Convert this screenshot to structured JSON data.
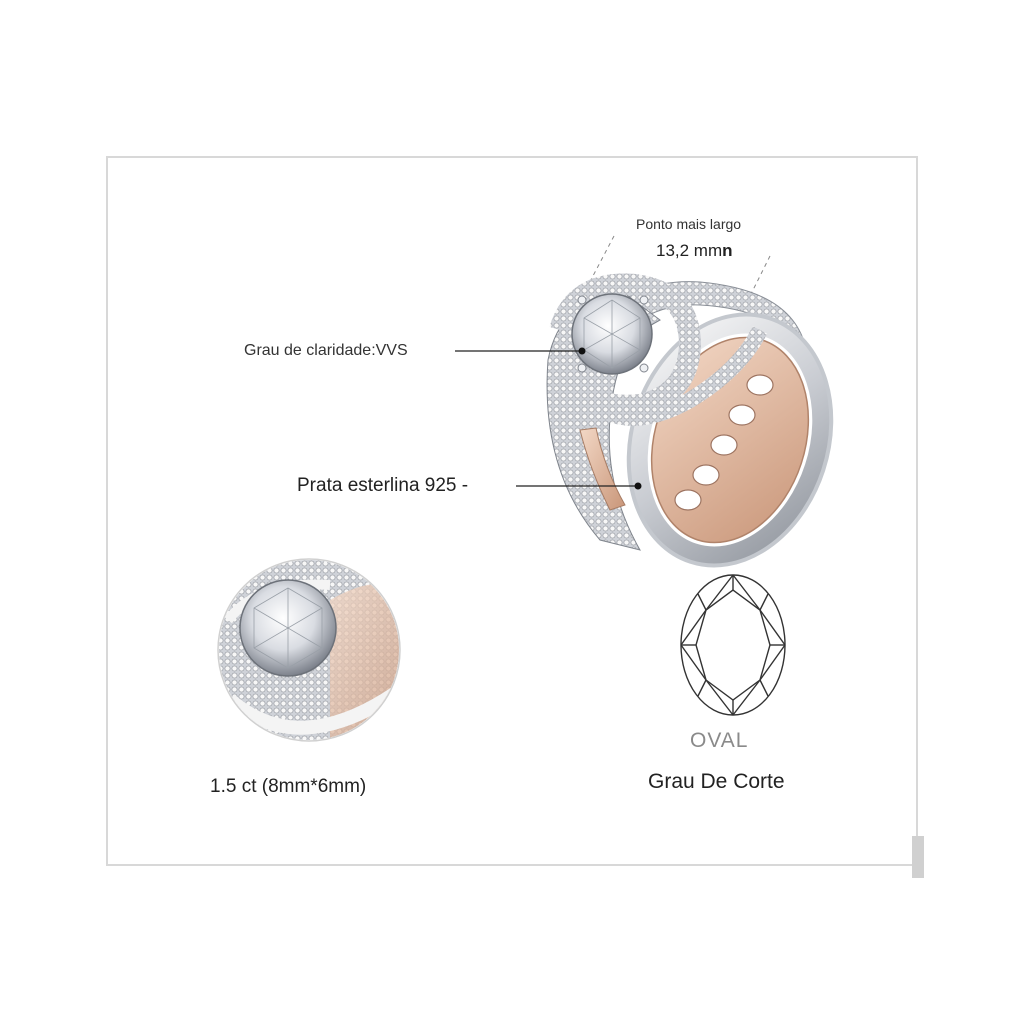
{
  "specs": {
    "widest_point_label": "Ponto mais largo",
    "widest_point_value": "13,2 mm",
    "widest_point_suffix": "n",
    "clarity": "Grau de claridade:VVS",
    "material": "Prata esterlina 925 -",
    "carat": "1.5 ct (8mm*6mm)"
  },
  "cut": {
    "shape": "OVAL",
    "label": "Grau De Corte"
  },
  "colors": {
    "silver": "#e4e6ea",
    "rose_gold": "#e6bfa4",
    "frame": "#d8d8d8"
  }
}
